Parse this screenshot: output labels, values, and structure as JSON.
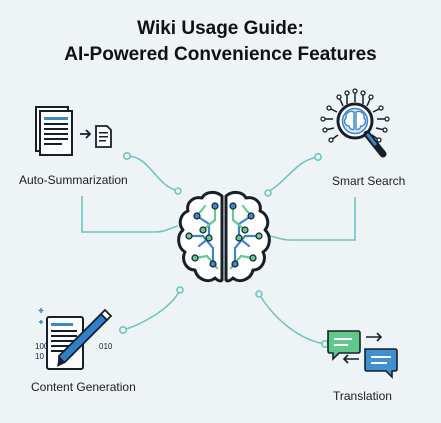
{
  "title": {
    "line1": "Wiki Usage Guide:",
    "line2": "AI-Powered Convenience Features"
  },
  "features": {
    "auto_summarization": {
      "label": "Auto-Summarization",
      "icon": "document-to-summary-icon"
    },
    "smart_search": {
      "label": "Smart Search",
      "icon": "magnifier-brain-icon"
    },
    "content_generation": {
      "label": "Content Generation",
      "icon": "document-pencil-icon"
    },
    "translation": {
      "label": "Translation",
      "icon": "chat-bubbles-swap-icon"
    }
  },
  "center": {
    "icon": "brain-circuit-icon"
  },
  "binary_text": {
    "left": "100",
    "right": "010",
    "left2": "10"
  },
  "colors": {
    "connector": "#6fc6bd",
    "outline": "#17202a",
    "accent_blue": "#3e86c8",
    "accent_green": "#67c98f",
    "bubble_blue": "#3f8fd1",
    "bubble_green": "#5fc88a",
    "pencil_blue": "#2f80c8"
  }
}
